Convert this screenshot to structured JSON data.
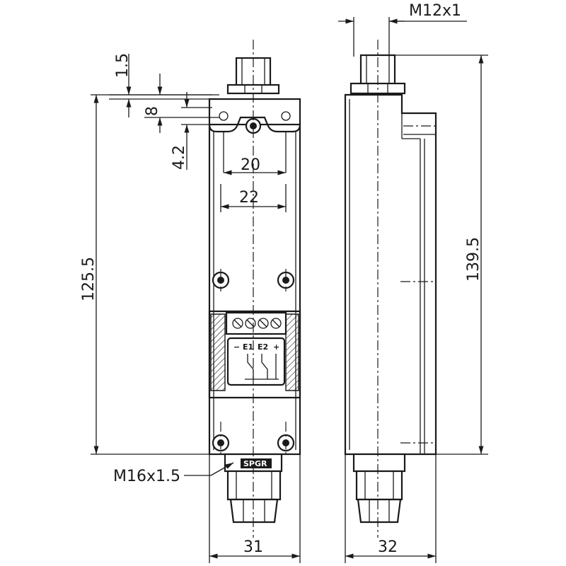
{
  "dimensions": {
    "thread_top": "M12x1",
    "d1_5": "1.5",
    "d8": "8",
    "d4_2": "4.2",
    "d20": "20",
    "d22": "22",
    "d125_5": "125.5",
    "d139_5": "139.5",
    "cable_gland": "M16x1.5",
    "d31": "31",
    "d32": "32"
  },
  "terminal_labels": {
    "minus": "−",
    "e1": "E1",
    "e2": "E2",
    "plus": "+"
  },
  "brand_label": "SPGR"
}
